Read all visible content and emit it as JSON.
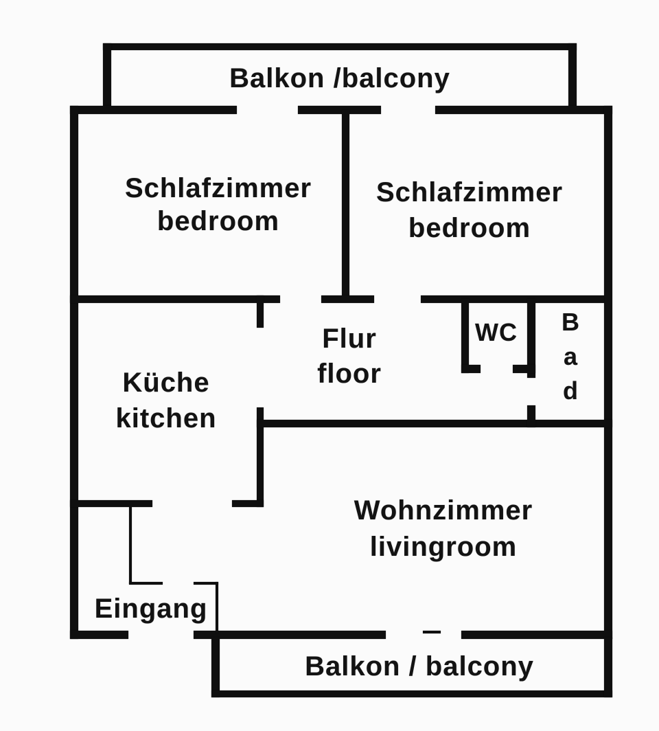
{
  "colors": {
    "wall": "#0f0f0f",
    "background": "#fbfbfb",
    "text": "#131313"
  },
  "rooms": {
    "balcony_top": {
      "label": "Balkon /balcony"
    },
    "bedroom_left": {
      "line1": "Schlafzimmer",
      "line2": "bedroom"
    },
    "bedroom_right": {
      "line1": "Schlafzimmer",
      "line2": "bedroom"
    },
    "kitchen": {
      "line1": "Küche",
      "line2": "kitchen"
    },
    "hall": {
      "line1": "Flur",
      "line2": "floor"
    },
    "wc": {
      "label": "WC"
    },
    "bath": {
      "letters": [
        "B",
        "a",
        "d"
      ]
    },
    "living": {
      "line1": "Wohnzimmer",
      "line2": "livingroom"
    },
    "entrance": {
      "label": "Eingang"
    },
    "balcony_bottom": {
      "label": "Balkon / balcony"
    }
  }
}
